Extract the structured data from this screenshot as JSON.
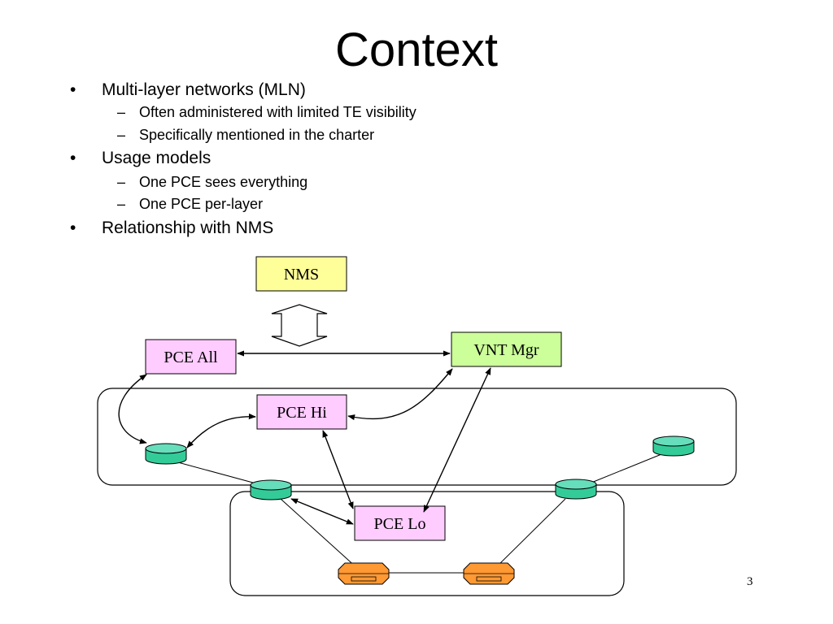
{
  "slide": {
    "title": "Context",
    "page_number": "3"
  },
  "bullets": [
    {
      "text": "Multi-layer networks (MLN)",
      "subitems": [
        "Often administered with limited TE visibility",
        "Specifically mentioned in the charter"
      ]
    },
    {
      "text": "Usage models",
      "subitems": [
        "One PCE sees everything",
        "One PCE per-layer"
      ]
    },
    {
      "text": "Relationship with NMS",
      "subitems": []
    }
  ],
  "diagram": {
    "nodes": {
      "nms": "NMS",
      "pce_all": "PCE All",
      "vnt_mgr": "VNT Mgr",
      "pce_hi": "PCE Hi",
      "pce_lo": "PCE Lo"
    },
    "colors": {
      "nms_fill": "#ffff99",
      "pce_fill": "#ffccff",
      "vnt_fill": "#ccff99",
      "router_fill": "#33cc99",
      "router_top": "#66ddbb",
      "switch_fill": "#ff9933"
    }
  }
}
